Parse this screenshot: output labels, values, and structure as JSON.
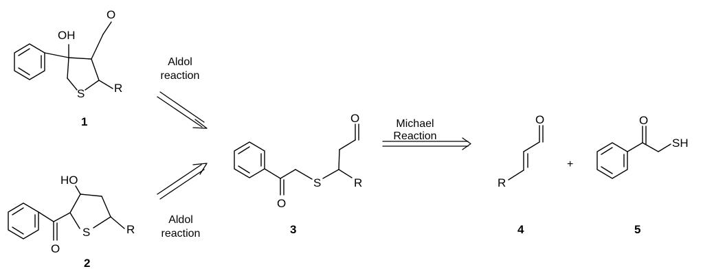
{
  "compounds": {
    "c1": {
      "label": "1",
      "atoms": {
        "oh": "OH",
        "o": "O",
        "s": "S",
        "r": "R"
      }
    },
    "c2": {
      "label": "2",
      "atoms": {
        "ho": "HO",
        "o": "O",
        "s": "S",
        "r": "R"
      }
    },
    "c3": {
      "label": "3",
      "atoms": {
        "o_ald": "O",
        "o_ket": "O",
        "s": "S",
        "r": "R"
      }
    },
    "c4": {
      "label": "4",
      "atoms": {
        "o": "O",
        "r": "R"
      }
    },
    "c5": {
      "label": "5",
      "atoms": {
        "o": "O",
        "sh": "SH"
      }
    }
  },
  "arrows": {
    "aldol_top": {
      "line1": "Aldol",
      "line2": "reaction"
    },
    "aldol_bottom": {
      "line1": "Aldol",
      "line2": "reaction"
    },
    "michael": {
      "line1": "Michael",
      "line2": "Reaction"
    }
  },
  "plus": "+"
}
